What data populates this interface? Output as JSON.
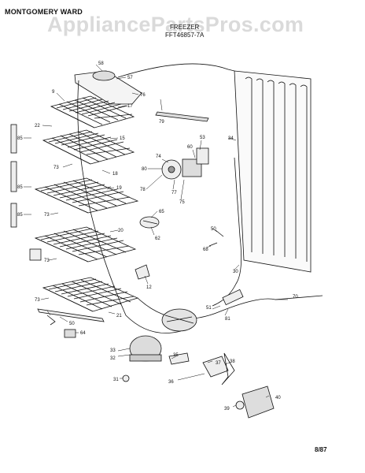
{
  "header": {
    "brand": "MONTGOMERY WARD",
    "product_type": "FREEZER",
    "model": "FFT46857-7A"
  },
  "watermark": "AppliancePartsPros.com",
  "footer": {
    "date": "8/87"
  },
  "callouts": [
    {
      "id": "58",
      "text": "58"
    },
    {
      "id": "57",
      "text": "57"
    },
    {
      "id": "76",
      "text": "76"
    },
    {
      "id": "9",
      "text": "9"
    },
    {
      "id": "17",
      "text": "17"
    },
    {
      "id": "22",
      "text": "22"
    },
    {
      "id": "79",
      "text": "79"
    },
    {
      "id": "85a",
      "text": "85"
    },
    {
      "id": "15",
      "text": "15"
    },
    {
      "id": "53",
      "text": "53"
    },
    {
      "id": "60",
      "text": "60"
    },
    {
      "id": "34",
      "text": "34"
    },
    {
      "id": "74",
      "text": "74"
    },
    {
      "id": "80",
      "text": "80"
    },
    {
      "id": "73a",
      "text": "73"
    },
    {
      "id": "18",
      "text": "18"
    },
    {
      "id": "19",
      "text": "19"
    },
    {
      "id": "78",
      "text": "78"
    },
    {
      "id": "77",
      "text": "77"
    },
    {
      "id": "75",
      "text": "75"
    },
    {
      "id": "85b",
      "text": "85"
    },
    {
      "id": "73b",
      "text": "73"
    },
    {
      "id": "65",
      "text": "65"
    },
    {
      "id": "85c",
      "text": "85"
    },
    {
      "id": "62",
      "text": "62"
    },
    {
      "id": "20",
      "text": "20"
    },
    {
      "id": "50a",
      "text": "50"
    },
    {
      "id": "68",
      "text": "68"
    },
    {
      "id": "73c",
      "text": "73"
    },
    {
      "id": "12",
      "text": "12"
    },
    {
      "id": "30",
      "text": "30"
    },
    {
      "id": "73d",
      "text": "73"
    },
    {
      "id": "70",
      "text": "70"
    },
    {
      "id": "51",
      "text": "51"
    },
    {
      "id": "81",
      "text": "81"
    },
    {
      "id": "21",
      "text": "21"
    },
    {
      "id": "50b",
      "text": "50"
    },
    {
      "id": "64",
      "text": "64"
    },
    {
      "id": "33",
      "text": "33"
    },
    {
      "id": "32",
      "text": "32"
    },
    {
      "id": "35",
      "text": "35"
    },
    {
      "id": "37",
      "text": "37"
    },
    {
      "id": "38",
      "text": "38"
    },
    {
      "id": "36",
      "text": "36"
    },
    {
      "id": "31",
      "text": "31"
    },
    {
      "id": "40",
      "text": "40"
    },
    {
      "id": "39",
      "text": "39"
    }
  ]
}
